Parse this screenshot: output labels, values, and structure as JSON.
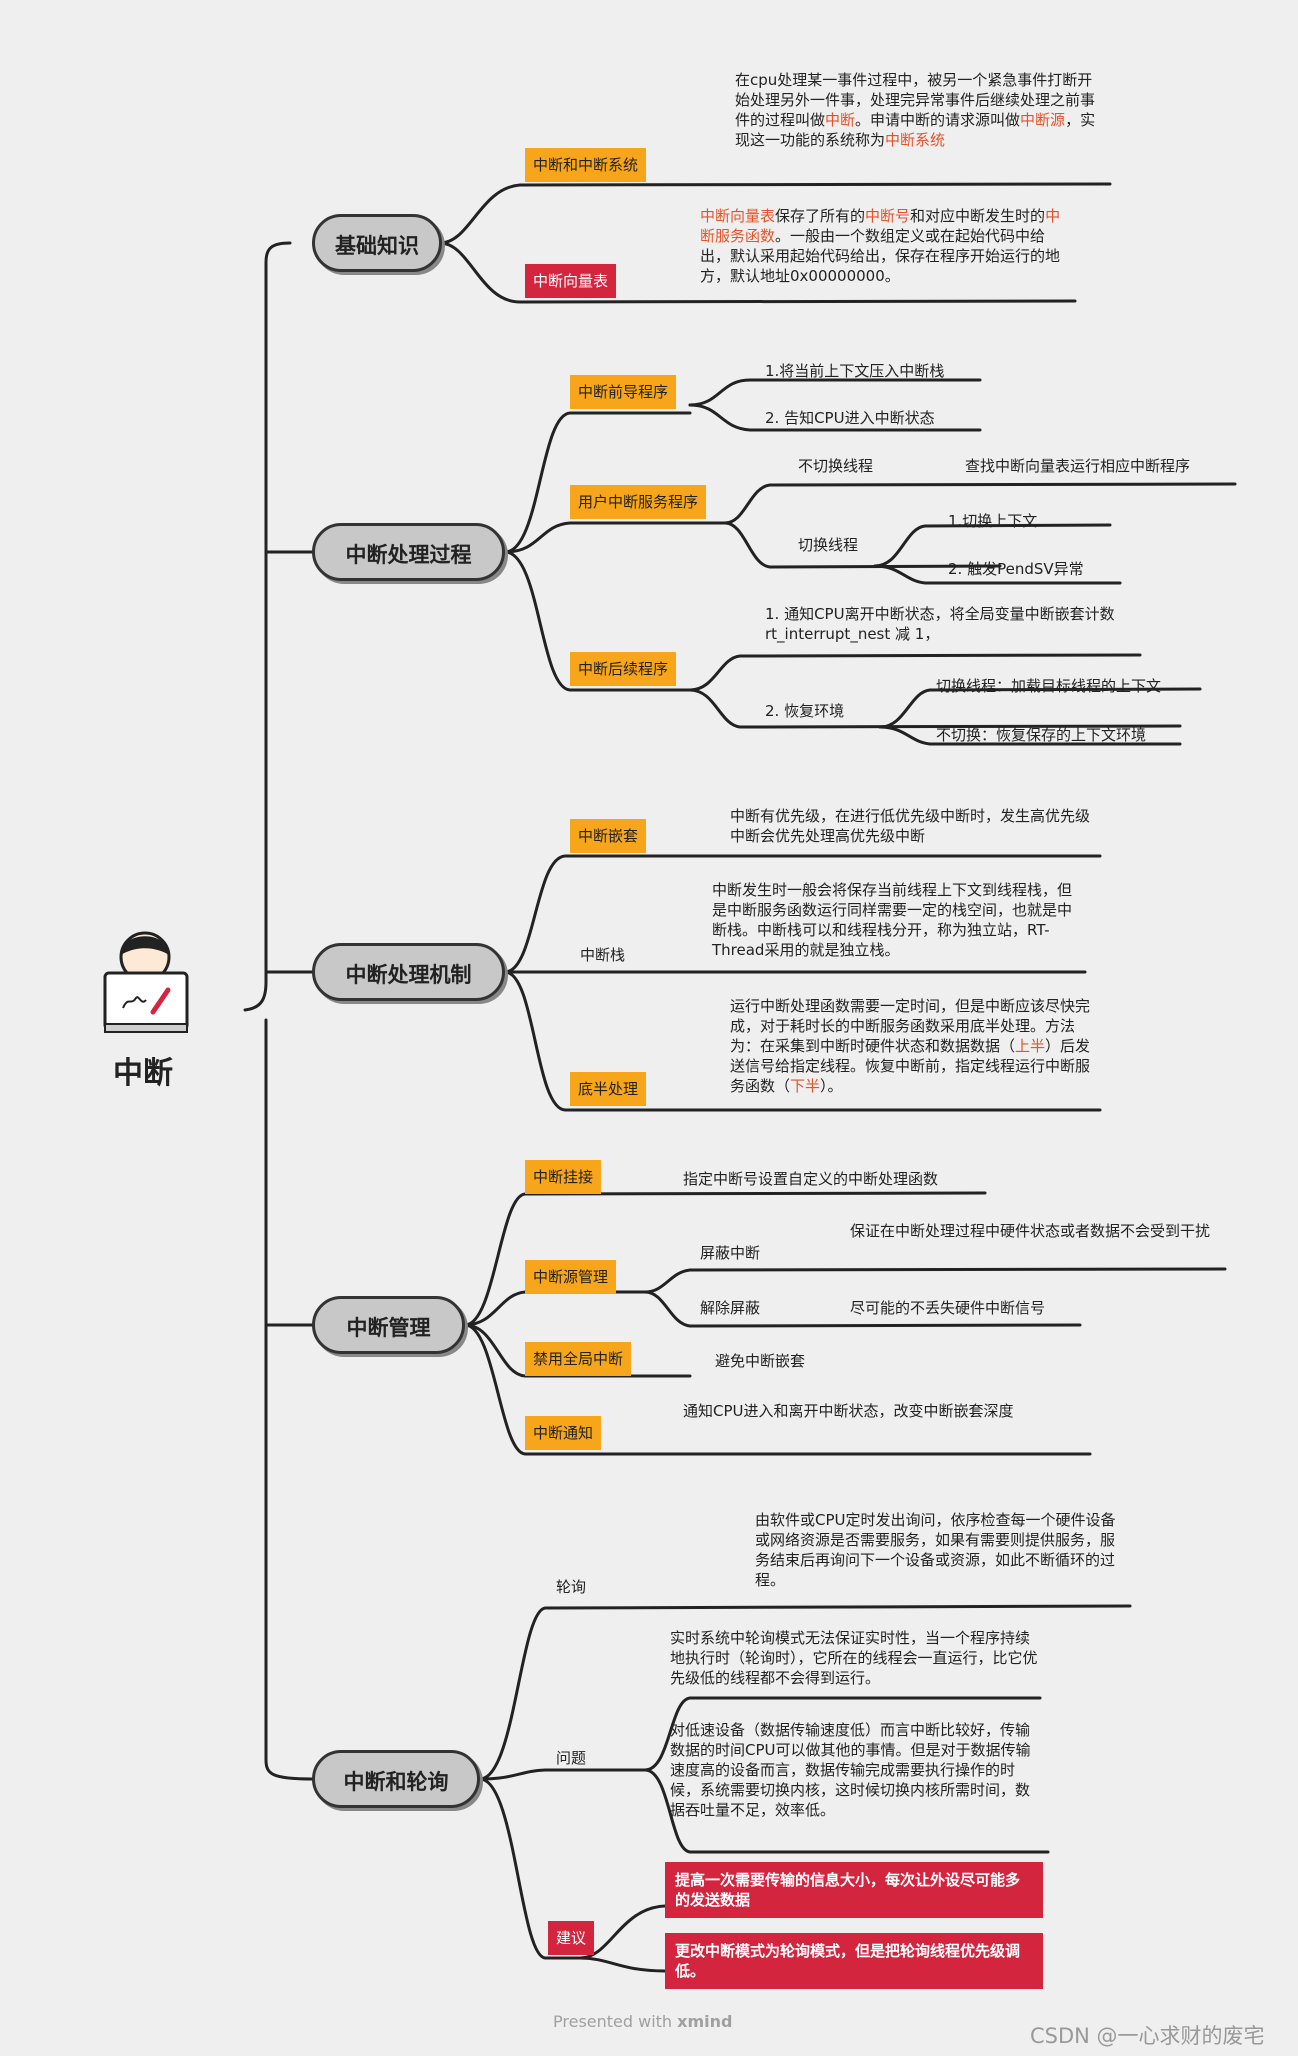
{
  "center": {
    "title": "中断",
    "icon": "person-with-laptop-icon"
  },
  "branches": {
    "basics": {
      "label": "基础知识",
      "items": [
        {
          "label": "中断和中断系统"
        },
        {
          "label": "中断向量表"
        }
      ],
      "system_desc": [
        "在cpu处理某一事件过程中，被另一个紧急事件打断开始处理另外一件事，处理完异常事件后继续处理之前事件的过程叫做",
        "中断",
        "。申请中断的请求源叫做",
        "中断源",
        "，实现这一功能的系统称为",
        "中断系统"
      ],
      "vector_desc": [
        "中断向量表",
        "保存了所有的",
        "中断号",
        "和对应中断发生时的",
        "中断服务函数",
        "。一般由一个数组定义或在起始代码中给出，默认采用起始代码给出，保存在程序开始运行的地方，默认地址0x00000000。"
      ]
    },
    "process": {
      "label": "中断处理过程",
      "pre": {
        "label": "中断前导程序",
        "steps": [
          "1.将当前上下文压入中断栈",
          "2. 告知CPU进入中断状态"
        ]
      },
      "user": {
        "label": "用户中断服务程序",
        "no_switch": "不切换线程",
        "no_switch_desc": "查找中断向量表运行相应中断程序",
        "switch": "切换线程",
        "switch_steps": [
          "1.切换上下文",
          "2. 触发PendSV异常"
        ]
      },
      "post": {
        "label": "中断后续程序",
        "step1": "1. 通知CPU离开中断状态，将全局变量中断嵌套计数rt_interrupt_nest 减 1，",
        "step2": "2. 恢复环境",
        "switch": "切换线程：加载目标线程的上下文",
        "no_switch": "不切换：恢复保存的上下文环境"
      }
    },
    "mechanism": {
      "label": "中断处理机制",
      "nesting": {
        "label": "中断嵌套",
        "desc": "中断有优先级，在进行低优先级中断时，发生高优先级中断会优先处理高优先级中断"
      },
      "stack": {
        "label": "中断栈",
        "desc": "中断发生时一般会将保存当前线程上下文到线程栈，但是中断服务函数运行同样需要一定的栈空间，也就是中断栈。中断栈可以和线程栈分开，称为独立站，RT-Thread采用的就是独立栈。"
      },
      "bottom": {
        "label": "底半处理",
        "desc": [
          "运行中断处理函数需要一定时间，但是中断应该尽快完成，对于耗时长的中断服务函数采用底半处理。方法为：在采集到中断时硬件状态和数据数据（",
          "上半",
          "）后发送信号给指定线程。恢复中断前，指定线程运行中断服务函数（",
          "下半",
          "）。"
        ]
      }
    },
    "management": {
      "label": "中断管理",
      "mount": {
        "label": "中断挂接",
        "desc": "指定中断号设置自定义的中断处理函数"
      },
      "source": {
        "label": "中断源管理",
        "mask": "屏蔽中断",
        "mask_desc": "保证在中断处理过程中硬件状态或者数据不会受到干扰",
        "unmask": "解除屏蔽",
        "unmask_desc": "尽可能的不丢失硬件中断信号"
      },
      "global": {
        "label": "禁用全局中断",
        "desc": "避免中断嵌套"
      },
      "notify": {
        "label": "中断通知",
        "desc": "通知CPU进入和离开中断状态，改变中断嵌套深度"
      }
    },
    "polling": {
      "label": "中断和轮询",
      "poll": {
        "label": "轮询",
        "desc": "由软件或CPU定时发出询问，依序检查每一个硬件设备或网络资源是否需要服务，如果有需要则提供服务，服务结束后再询问下一个设备或资源，如此不断循环的过程。"
      },
      "problem": {
        "label": "问题",
        "desc1": "实时系统中轮询模式无法保证实时性，当一个程序持续地执行时（轮询时），它所在的线程会一直运行，比它优先级低的线程都不会得到运行。",
        "desc2": "对低速设备（数据传输速度低）而言中断比较好，传输数据的时间CPU可以做其他的事情。但是对于数据传输速度高的设备而言，数据传输完成需要执行操作的时候，系统需要切换内核，这时候切换内核所需时间，数据吞吐量不足，效率低。"
      },
      "advice": {
        "label": "建议",
        "items": [
          "提高一次需要传输的信息大小，每次让外设尽可能多的发送数据",
          "更改中断模式为轮询模式，但是把轮询线程优先级调低。"
        ]
      }
    }
  },
  "footer": {
    "presented": "Presented with",
    "brand": "xmind",
    "watermark": "CSDN @一心求财的废宅"
  }
}
